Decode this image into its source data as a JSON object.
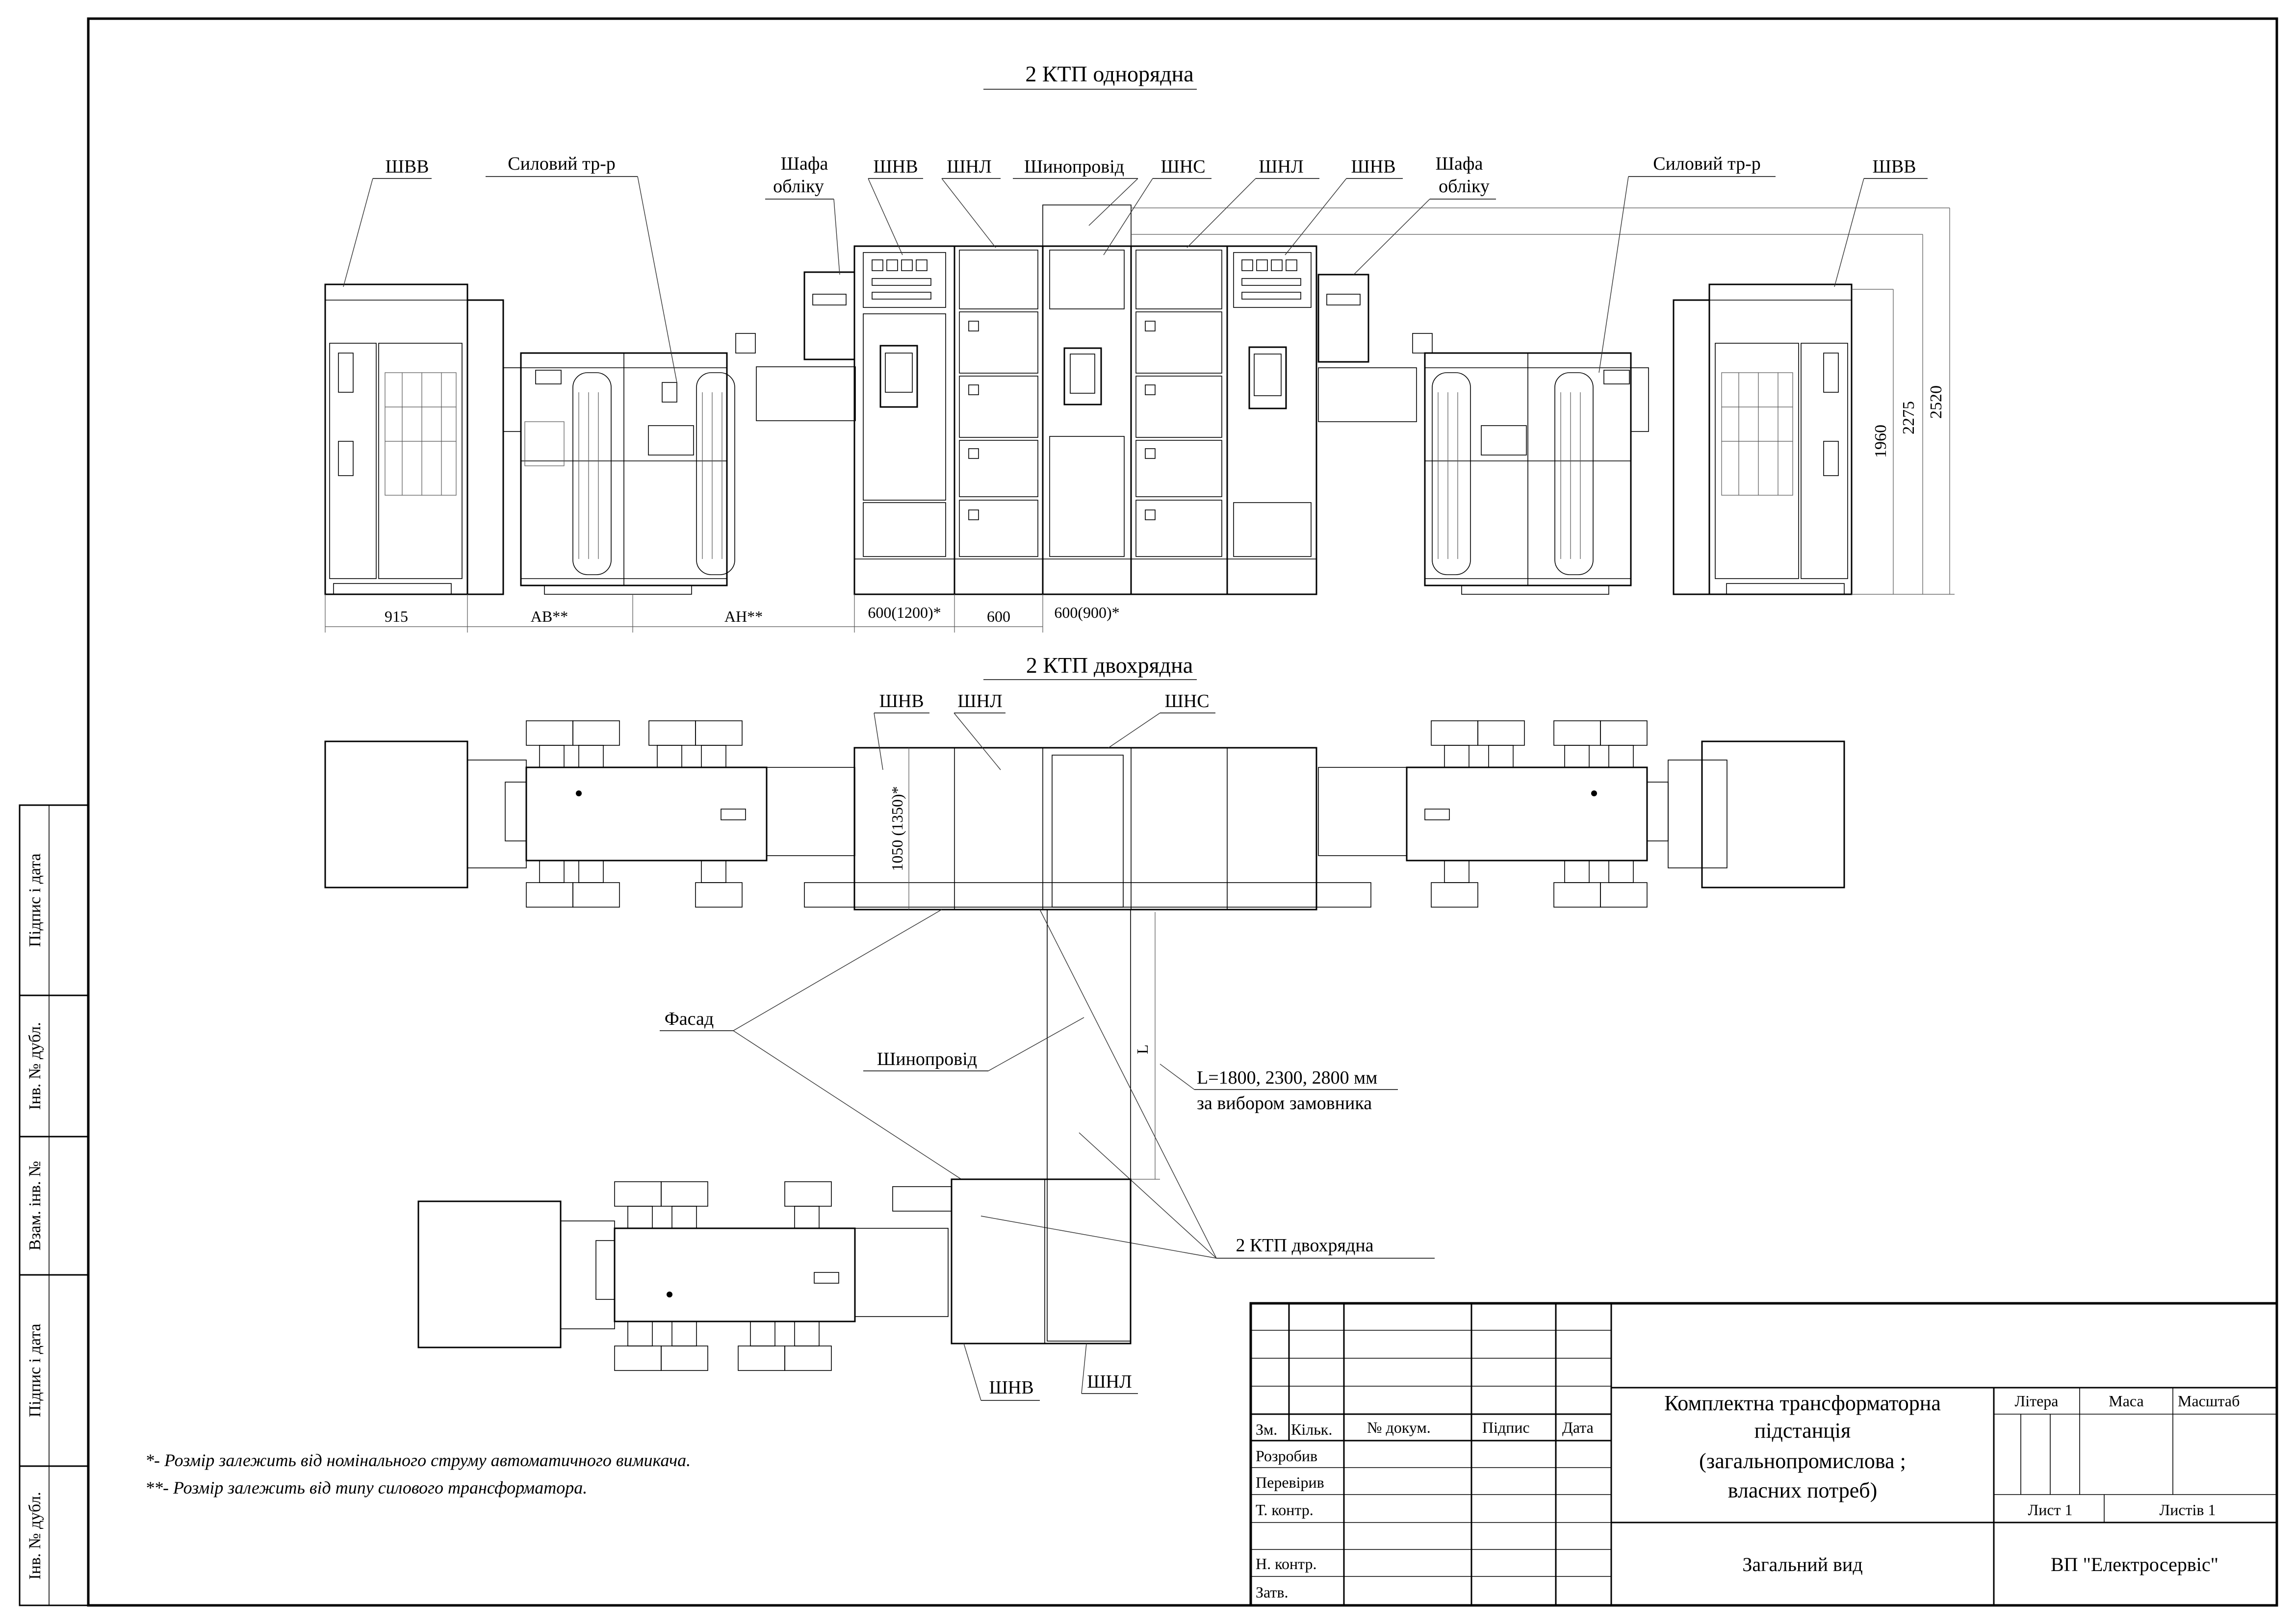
{
  "titles": {
    "single_row": "2 КТП однорядна",
    "double_row": "2 КТП двохрядна"
  },
  "front_view_labels": {
    "shvv_left": "ШВВ",
    "transformer_left": "Силовий тр-р",
    "cabinet_meter_left_1": "Шафа",
    "cabinet_meter_left_2": "обліку",
    "shnv_left": "ШНВ",
    "shnl_left": "ШНЛ",
    "busbar": "Шинопровід",
    "shns": "ШНС",
    "shnl_right": "ШНЛ",
    "shnv_right": "ШНВ",
    "cabinet_meter_right_1": "Шафа",
    "cabinet_meter_right_2": "обліку",
    "transformer_right": "Силовий тр-р",
    "shvv_right": "ШВВ"
  },
  "dimensions": {
    "d915": "915",
    "dAB": "АВ**",
    "dAH": "АН**",
    "d600_1200": "600(1200)*",
    "d600": "600",
    "d600_900": "600(900)*",
    "h1960": "1960",
    "h2275": "2275",
    "h2520": "2520",
    "depth": "1050 (1350)*",
    "L": "L"
  },
  "plan_labels": {
    "shnv": "ШНВ",
    "shnl": "ШНЛ",
    "shns": "ШНС",
    "facade": "Фасад",
    "busbar": "Шинопровід",
    "length_note_1": "L=1800, 2300, 2800 мм",
    "length_note_2": "за вибором замовника",
    "double_row_2": "2 КТП двохрядна",
    "bottom_shnv": "ШНВ",
    "bottom_shnl": "ШНЛ"
  },
  "notes": {
    "n1": "*- Розмір залежить від номінального струму автоматичного вимикача.",
    "n2": "**- Розмір залежить від типу силового трансформатора."
  },
  "side_stamp": {
    "c1": "Підпис і дата",
    "c2": "Інв. № дубл.",
    "c3": "Взам. інв. №",
    "c4": "Підпис і дата",
    "c5": "Інв. № дубл."
  },
  "title_block": {
    "zm": "Зм.",
    "kilk": "Кільк.",
    "doc_no": "№ докум.",
    "pidpys": "Підпис",
    "data": "Дата",
    "rozrobyv": "Розробив",
    "pereviryv": "Перевірив",
    "t_kontr": "Т. контр.",
    "n_kontr": "Н. контр.",
    "zatv": "Затв.",
    "title_1": "Комплектна трансформаторна",
    "title_2": "підстанція",
    "title_3": "(загальнопромислова ;",
    "title_4": "власних потреб)",
    "subtitle": "Загальний вид",
    "litera": "Літера",
    "masa": "Маса",
    "masshtab": "Масштаб",
    "lyst": "Лист 1",
    "lystiv": "Листів 1",
    "company": "ВП \"Електросервіс\""
  }
}
